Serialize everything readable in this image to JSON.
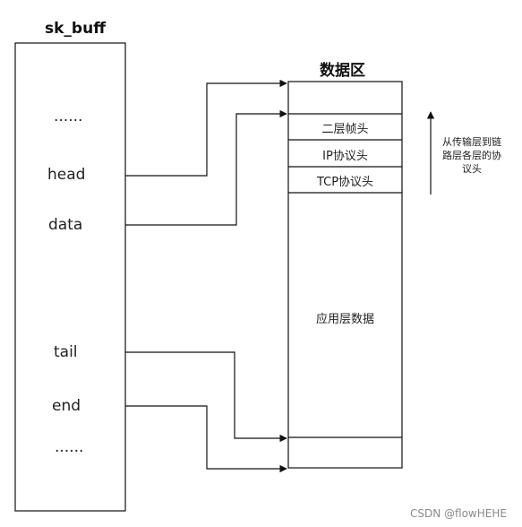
{
  "skb": {
    "title": "sk_buff",
    "fields": {
      "dots_top": "......",
      "head": "head",
      "data": "data",
      "tail": "tail",
      "end": "end",
      "dots_bottom": "......"
    }
  },
  "area": {
    "title": "数据区",
    "rows": {
      "l2": "二层帧头",
      "ip": "IP协议头",
      "tcp": "TCP协议头",
      "app": "应用层数据"
    }
  },
  "note": "从传输层到链路层各层的协议头",
  "watermark": "CSDN @flowHEHE"
}
